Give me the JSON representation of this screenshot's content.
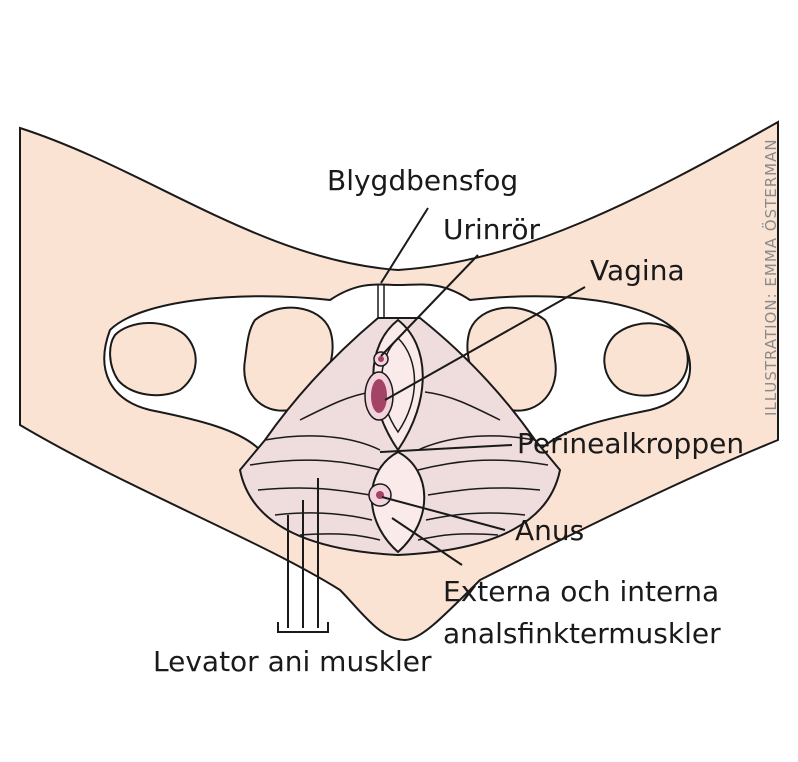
{
  "labels": {
    "pubic_symphysis": "Blygdbensfog",
    "urethra": "Urinrör",
    "vagina": "Vagina",
    "perineal_body": "Perinealkroppen",
    "anus": "Anus",
    "sphincter_line1": "Externa och interna",
    "sphincter_line2": "analsfinktermuskler",
    "levator": "Levator ani muskler"
  },
  "credit": "ILLUSTRATION: EMMA ÖSTERMAN",
  "colors": {
    "skin": "#fbe3d3",
    "muscle": "#efdcdc",
    "bone": "#ffffff",
    "outline": "#1a1a1a",
    "opening_dark": "#a34466",
    "opening_light": "#f3d3de"
  }
}
